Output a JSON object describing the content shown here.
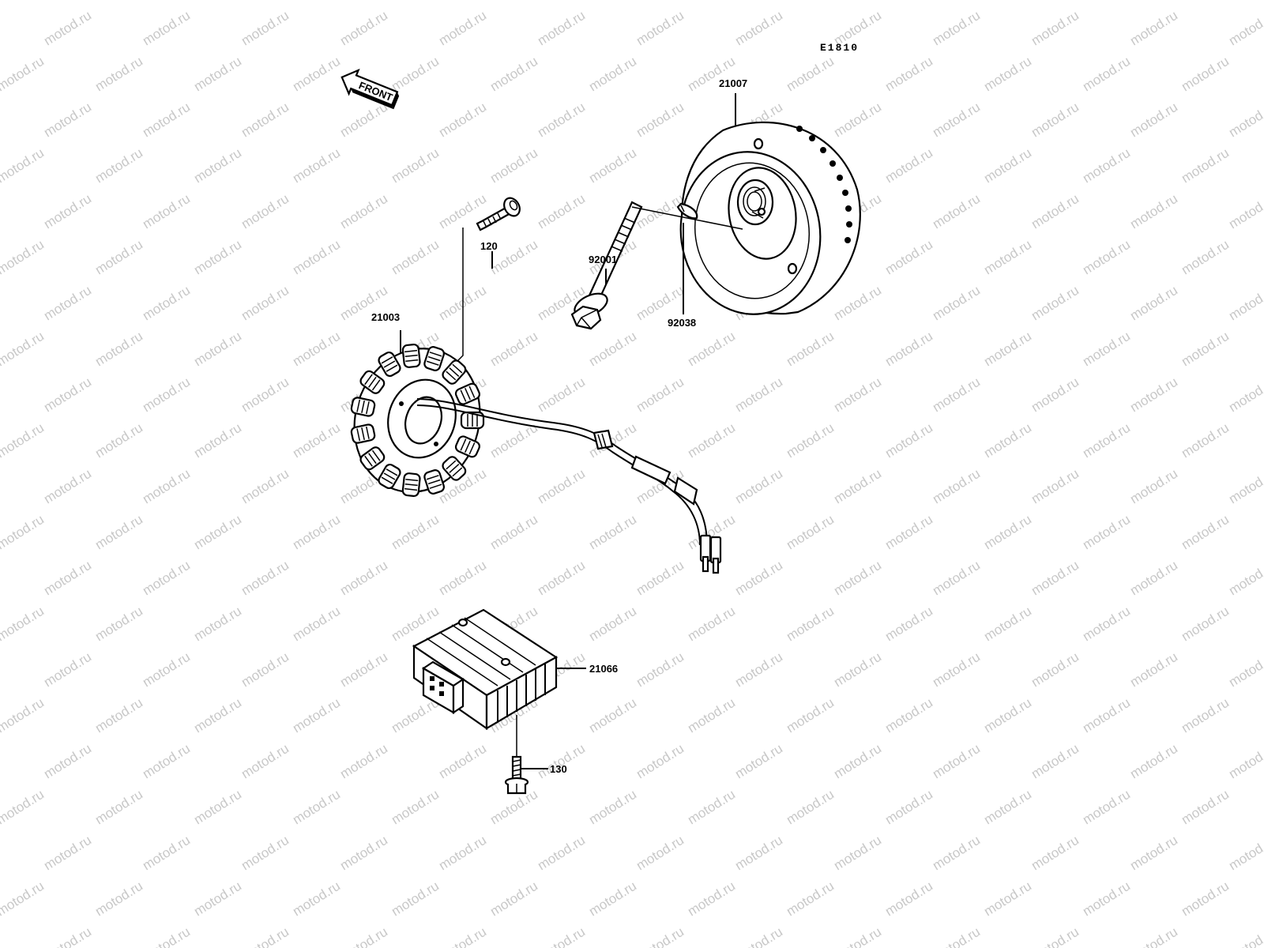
{
  "diagram_code": "E1810",
  "direction_label": "FRONT",
  "watermark_text": "motod.ru",
  "parts": {
    "flywheel": "21007",
    "stator_bolt": "120",
    "rotor_bolt": "92001",
    "woodruff_key": "92038",
    "stator": "21003",
    "regulator": "21066",
    "regulator_bolt": "130"
  }
}
